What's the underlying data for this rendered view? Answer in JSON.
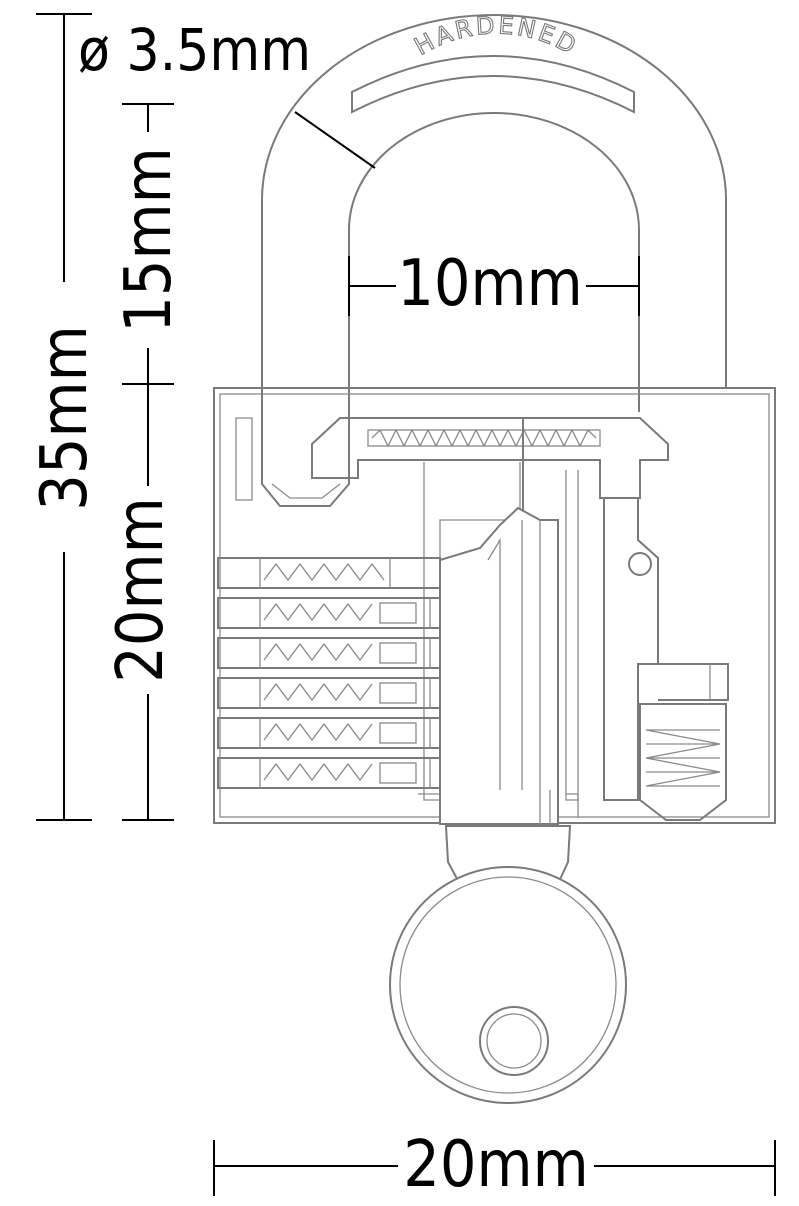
{
  "dimensions": {
    "shackle_diameter": "ø 3.5mm",
    "shackle_clearance": "15mm",
    "shackle_inner_width": "10mm",
    "total_height": "35mm",
    "body_height": "20mm",
    "body_width": "20mm"
  },
  "engraving": {
    "shackle_text": "HARDENED"
  }
}
